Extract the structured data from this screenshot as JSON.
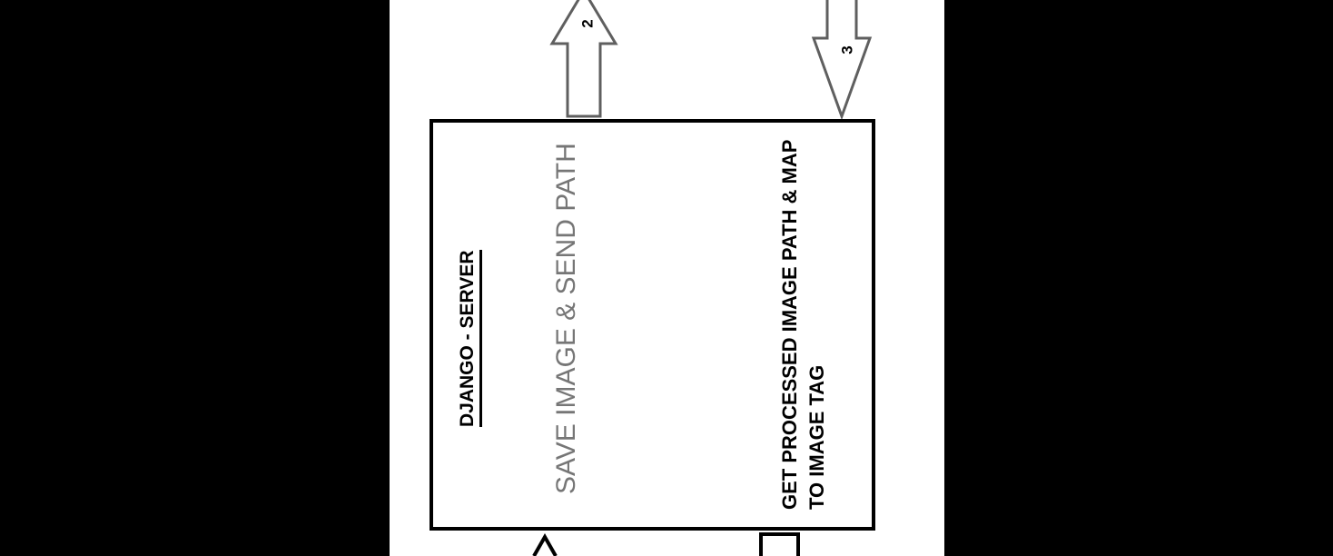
{
  "diagram": {
    "server_box": {
      "title": "DJANGO - SERVER"
    },
    "steps": {
      "save": "SAVE IMAGE & SEND PATH",
      "get": "GET PROCESSED IMAGE PATH & MAP TO IMAGE TAG"
    },
    "arrows": {
      "up_label": "2",
      "down_label": "3"
    },
    "colors": {
      "background": "#000000",
      "page": "#ffffff",
      "border": "#000000",
      "arrow": "#5f5f5f",
      "muted_text": "#767676"
    }
  }
}
